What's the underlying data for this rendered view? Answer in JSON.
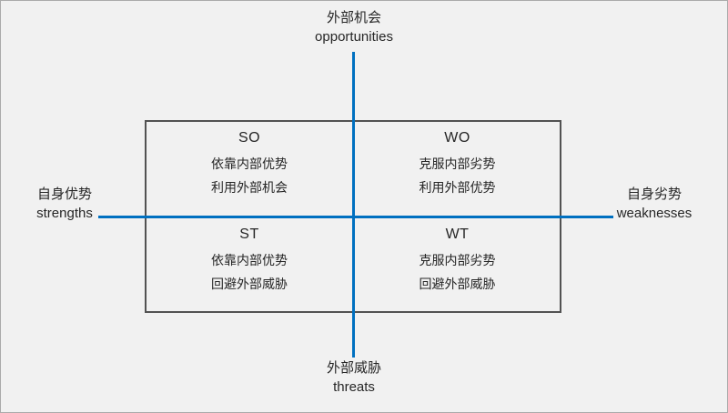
{
  "title": "SWOT analysis quadrant diagram",
  "colors": {
    "background": "#F1F1F1",
    "frame_border": "#ABABAB",
    "accent_blue": "#0070C0",
    "text": "#262626",
    "box_border": "#525252"
  },
  "axes": {
    "top": {
      "zh": "外部机会",
      "en": "opportunities"
    },
    "bottom": {
      "zh": "外部威胁",
      "en": "threats"
    },
    "left": {
      "zh": "自身优势",
      "en": "strengths"
    },
    "right": {
      "zh": "自身劣势",
      "en": "weaknesses"
    }
  },
  "quadrants": [
    {
      "id": "SO",
      "title": "SO",
      "line1": "依靠内部优势",
      "line2": "利用外部机会"
    },
    {
      "id": "WO",
      "title": "WO",
      "line1": "克服内部劣势",
      "line2": "利用外部优势"
    },
    {
      "id": "ST",
      "title": "ST",
      "line1": "依靠内部优势",
      "line2": "回避外部威胁"
    },
    {
      "id": "WT",
      "title": "WT",
      "line1": "克服内部劣势",
      "line2": "回避外部威胁"
    }
  ]
}
